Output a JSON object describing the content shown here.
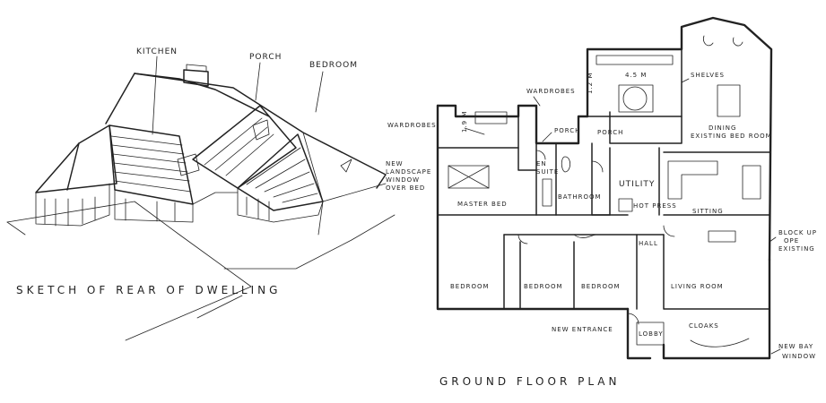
{
  "sketch": {
    "labels": {
      "kitchen": "KITCHEN",
      "porch": "PORCH",
      "bedroom": "BEDROOM"
    },
    "caption": "SKETCH OF REAR OF DWELLING"
  },
  "plan": {
    "rooms": {
      "wardrobes_left": "WARDROBES",
      "wardrobes_top": "WARDROBES",
      "new_landscape": "NEW",
      "new_landscape_2": "LANDSCAPE",
      "new_landscape_3": "WINDOW",
      "new_landscape_4": "OVER BED",
      "porch_small": "PORCH",
      "porch_right": "PORCH",
      "en_suite": "EN",
      "en_suite_2": "SUITE",
      "bathroom": "BATHROOM",
      "utility": "UTILITY",
      "hot_press": "HOT PRESS",
      "master_bed": "MASTER BED",
      "hall": "HALL",
      "bedroom_1": "BEDROOM",
      "bedroom_2": "BEDROOM",
      "bedroom_3": "BEDROOM",
      "living_room": "LIVING ROOM",
      "new_entrance": "NEW ENTRANCE",
      "lobby": "LOBBY",
      "cloaks": "CLOAKS",
      "shelves": "SHELVES",
      "dining": "DINING",
      "dining_2": "EXISTING BED ROOM",
      "sitting": "SITTING",
      "block_up": "BLOCK UP",
      "block_up_2": "OPE",
      "block_up_3": "EXISTING",
      "new_bay": "NEW BAY",
      "new_bay_2": "WINDOW",
      "dim_1": "1.9 M",
      "dim_2": "4.5 M",
      "dim_3": "1.2 M"
    },
    "caption": "GROUND FLOOR PLAN"
  },
  "colors": {
    "ink": "#222222",
    "paper": "#ffffff"
  }
}
